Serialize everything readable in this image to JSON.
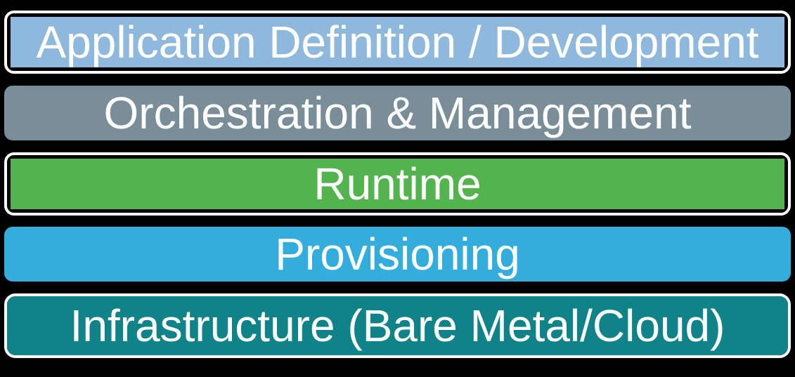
{
  "diagram": {
    "background_color": "#000000",
    "text_color": "#ffffff",
    "outline_color": "#ffffff",
    "layers": [
      {
        "label": "Application Definition / Development",
        "color": "#8FB9DC"
      },
      {
        "label": "Orchestration & Management",
        "color": "#7A8E9A"
      },
      {
        "label": "Runtime",
        "color": "#53B44D"
      },
      {
        "label": "Provisioning",
        "color": "#33ADDB"
      },
      {
        "label": "Infrastructure (Bare Metal/Cloud)",
        "color": "#108389"
      }
    ]
  }
}
